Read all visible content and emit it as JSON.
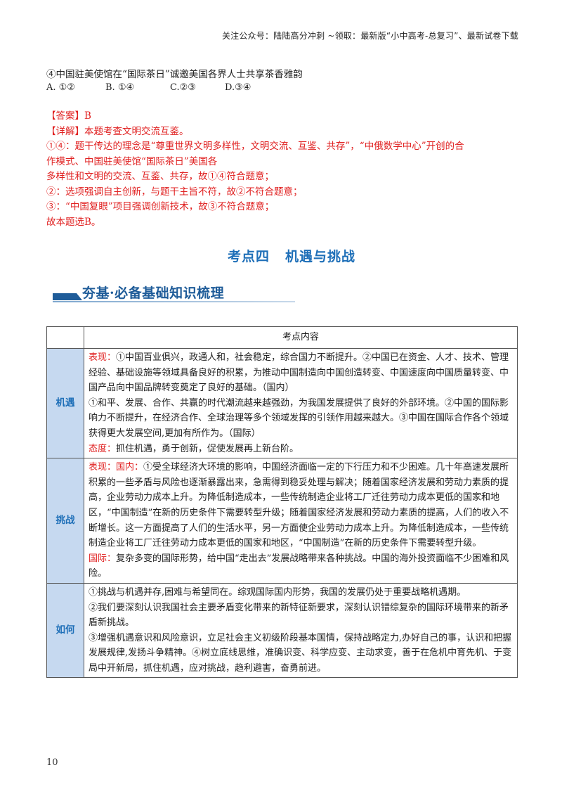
{
  "header": {
    "note": "关注公众号：陆陆高分冲刺 ~领取：最新版“小中高考-总复习”、最新试卷下载"
  },
  "question": {
    "item4": "④中国驻美使馆在“国际茶日”诚邀美国各界人士共享茶香雅韵",
    "options": [
      {
        "label": "A. ①②"
      },
      {
        "label": "B. ①④"
      },
      {
        "label": "C.②③"
      },
      {
        "label": "D.③④"
      }
    ]
  },
  "answer": {
    "answer_line": "【答案】B",
    "detail_line": "【详解】本题考查文明交流互鉴。",
    "lines": [
      "①④：题干传达的理念是“尊重世界文明多样性，文明交流、互鉴、共存”，“中俄数学中心”开创的合",
      "作模式、中国驻美使馆“国际茶日”美国各",
      "多样性和文明的交流、互鉴、共存，故①④符合题意；",
      "②：选项强调自主创新，与题干主旨不符，故②不符合题意；",
      "③：“中国复眼”项目强调创新技术，故③不符合题意；",
      "故本题选B。"
    ]
  },
  "section": {
    "title_part1": "考点四",
    "title_part2": "机遇与挑战",
    "banner": "夯基·必备基础知识梳理"
  },
  "table": {
    "header": "考点内容",
    "rows": [
      {
        "label": "机遇",
        "paragraphs": [
          {
            "prefix": "表现：",
            "text": "①中国百业俱兴，政通人和，社会稳定，综合国力不断提升。②中国已在资金、人才、技术、管理经验、基础设施等领域具备良好的积累，为推动中国制造向中国创造转变、中国速度向中国质量转变、中国产品向中国品牌转变奠定了良好的基础。（国内）"
          },
          {
            "prefix": "",
            "text": "①和平、发展、合作、共赢的时代潮流越来越强劲，为我国发展提供了良好的外部环境。②中国的国际影响力不断提升，在经济合作、全球治理等多个领域发挥的引领作用越来越大。③中国在国际合作各个领域获得更大发展空间,更加有所作为。（国际）"
          },
          {
            "prefix": "态度：",
            "text": "抓住机遇，勇于创新，促使发展再上新台阶。"
          }
        ]
      },
      {
        "label": "挑战",
        "paragraphs": [
          {
            "prefix": "表现：国内：",
            "text": "①受全球经济大环境的影响，中国经济面临一定的下行压力和不少困难。几十年高速发展所积累的一些矛盾与风险也逐渐暴露出来，急需得到稳妥处理与解决；随着国家经济发展和劳动力素质的提高，企业劳动力成本上升。为降低制造成本，一些传统制造企业将工厂迁往劳动力成本更低的国家和地区，“中国制造”在新的历史条件下需要转型升级；随着国家经济发展和劳动力素质的提高，人们的收入不断增长。这一方面提高了人们的生活水平，另一方面使企业劳动力成本上升。为降低制造成本，一些传统制造企业将工厂迁往劳动力成本更低的国家和地区，“中国制造”在新的历史条件下需要转型升级。"
          },
          {
            "prefix": "国际：",
            "text": "复杂多变的国际形势，给中国“走出去”发展战略带来各种挑战。中国的海外投资面临不少困难和风险。"
          }
        ]
      },
      {
        "label": "如何",
        "paragraphs": [
          {
            "prefix": "",
            "text": "①挑战与机遇并存,困难与希望同在。综观国际国内形势，我国的发展仍处于重要战略机遇期。"
          },
          {
            "prefix": "",
            "text": "②我们要深刻认识我国社会主要矛盾变化带来的新特征新要求，深刻认识错综复杂的国际环境带来的新矛盾新挑战。"
          },
          {
            "prefix": "",
            "text": "③增强机遇意识和风险意识，立足社会主义初级阶段基本国情，保持战略定力,办好自己的事，认识和把握发展规律,发扬斗争精神。④树立底线思维，准确识变、科学应变、主动求变，善于在危机中育先机、于变局中开新局，抓住机遇，应对挑战，趋利避害，奋勇前进。"
          }
        ]
      }
    ]
  },
  "footer": {
    "page_number": "10"
  },
  "colors": {
    "answer_red": "#e02020",
    "title_blue": "#1e6fb8",
    "banner_blue": "#1f5c99",
    "label_cell_bg": "#c6d9f0"
  }
}
